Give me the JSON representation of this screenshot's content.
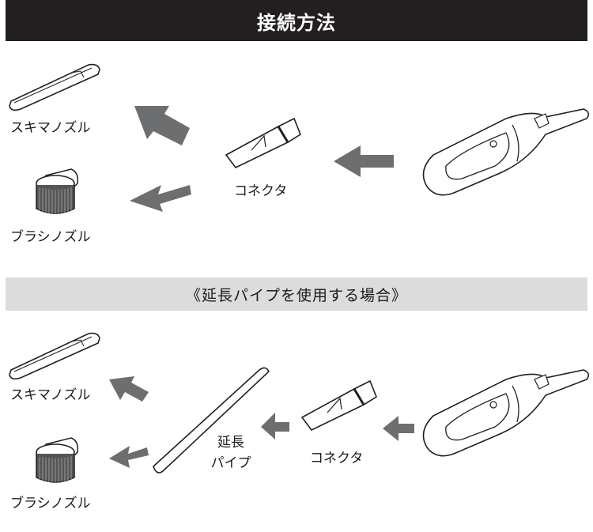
{
  "title": "接続方法",
  "subtitle": "《延長パイプを使用する場合》",
  "top": {
    "crevice_label": "スキマノズル",
    "brush_label": "ブラシノズル",
    "connector_label": "コネクタ"
  },
  "bottom": {
    "crevice_label": "スキマノズル",
    "brush_label": "ブラシノズル",
    "pipe_label_line1": "延長",
    "pipe_label_line2": "パイプ",
    "connector_label": "コネクタ"
  },
  "colors": {
    "title_bg": "#231f20",
    "subtitle_bg": "#dcdcdc",
    "arrow": "#6d6e70"
  }
}
